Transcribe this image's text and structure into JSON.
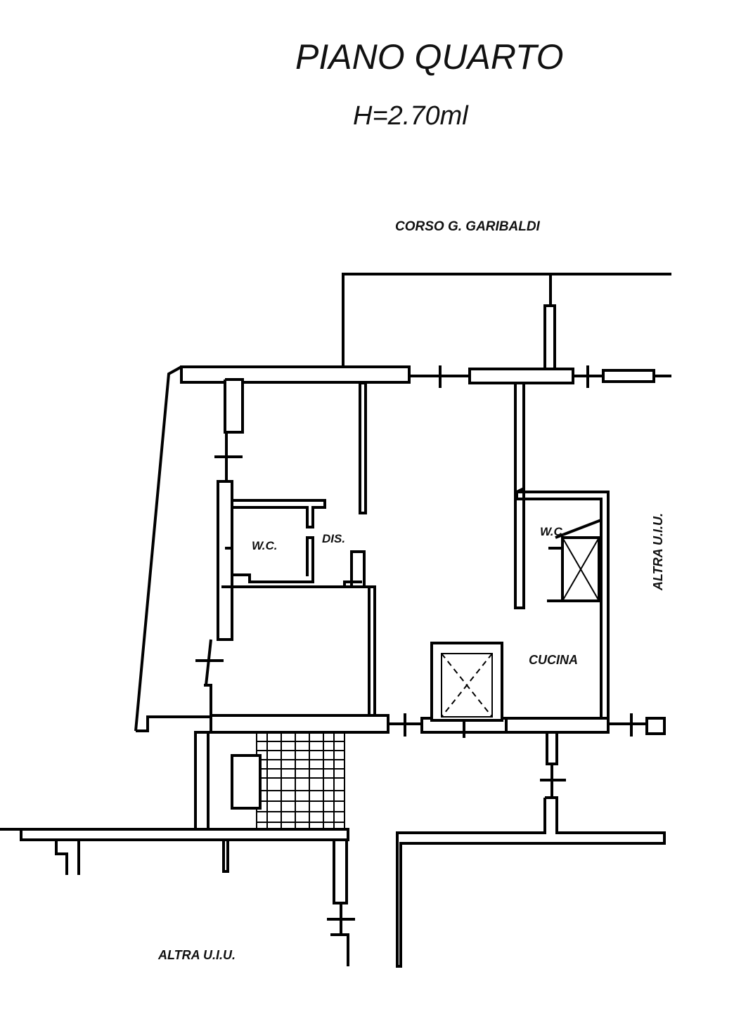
{
  "title": "PIANO QUARTO",
  "height_note": "H=2.70ml",
  "street": "CORSO G. GARIBALDI",
  "rooms": {
    "wc_left": "W.C.",
    "dis": "DIS.",
    "wc_right": "W.C.",
    "cucina": "CUCINA"
  },
  "neighbors": {
    "right": "ALTRA U.I.U.",
    "bottom": "ALTRA U.I.U."
  }
}
